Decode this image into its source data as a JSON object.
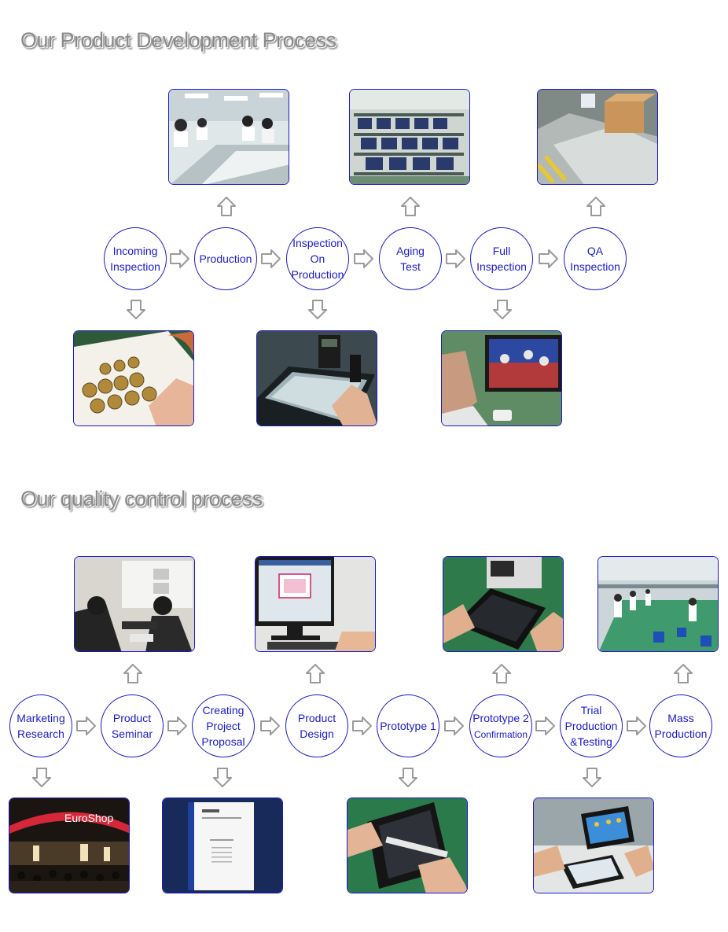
{
  "development": {
    "title": "Our Product Development Process",
    "steps": [
      {
        "label": "Incoming\nInspection"
      },
      {
        "label": "Production"
      },
      {
        "label": "Inspection\nOn\nProduction"
      },
      {
        "label": "Aging\nTest"
      },
      {
        "label": "Full\nInspection"
      },
      {
        "label": "QA\nInspection"
      }
    ],
    "photos": [
      {
        "subject": "assembly-line-workers"
      },
      {
        "subject": "aging-test-racks"
      },
      {
        "subject": "packaging-inspection"
      },
      {
        "subject": "component-soldering"
      },
      {
        "subject": "touch-screen-testing"
      },
      {
        "subject": "display-full-inspection"
      }
    ]
  },
  "quality": {
    "title": "Our quality control process",
    "steps": [
      {
        "label": "Marketing\nResearch"
      },
      {
        "label": "Product\nSeminar"
      },
      {
        "label": "Creating\nProject\nProposal"
      },
      {
        "label": "Product\nDesign"
      },
      {
        "label": "Prototype 1"
      },
      {
        "label": "Prototype 2",
        "sub": "Confirmation"
      },
      {
        "label": "Trial\nProduction\n&Testing"
      },
      {
        "label": "Mass\nProduction"
      }
    ],
    "photos": [
      {
        "subject": "team-meeting"
      },
      {
        "subject": "cad-design-screen"
      },
      {
        "subject": "prototype-tablet-assembly"
      },
      {
        "subject": "mass-production-line"
      },
      {
        "subject": "euroshop-exhibition",
        "sign_text": "EuroShop"
      },
      {
        "subject": "project-proposal-document"
      },
      {
        "subject": "prototype-measurement"
      },
      {
        "subject": "tablet-trial-testing"
      }
    ]
  },
  "colors": {
    "accent": "#1a1acc",
    "arrow": "#9a9a9a",
    "title": "#8a8a8a"
  }
}
